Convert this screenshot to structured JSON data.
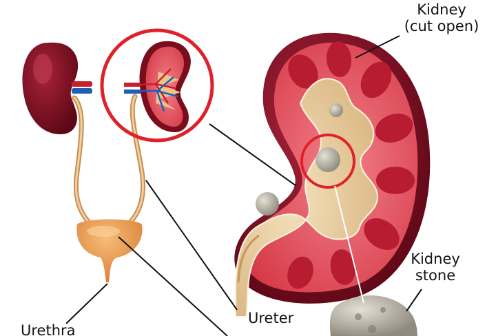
{
  "labels": {
    "kidney_line1": "Kidney",
    "kidney_line2": "(cut open)",
    "stone_line1": "Kidney",
    "stone_line2": "stone",
    "ureter": "Ureter",
    "urethra": "Urethra"
  },
  "colors": {
    "highlight_circle": "#e0202a",
    "kidney_dark": "#7a0d1c",
    "kidney_tissue": "#e14450",
    "kidney_pyramid": "#c21f33",
    "pelvis_fill": "#ead2a6",
    "stone": "#a39f93",
    "bladder": "#e89a4e",
    "artery": "#c8202a",
    "vein": "#1f5fb8",
    "leader_line": "#111111"
  }
}
